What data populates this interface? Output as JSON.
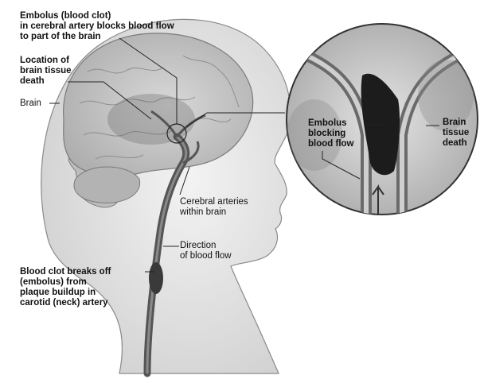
{
  "labels": {
    "embolus_top": [
      "Embolus (blood clot)",
      "in cerebral artery blocks blood flow",
      "to part of the brain"
    ],
    "location": [
      "Location of",
      "brain tissue",
      "death"
    ],
    "brain": [
      "Brain"
    ],
    "cerebral_arteries": [
      "Cerebral arteries",
      "within brain"
    ],
    "direction": [
      "Direction",
      "of blood flow"
    ],
    "clot_breaks": [
      "Blood clot breaks off",
      "(embolus) from",
      "plaque buildup in",
      "carotid (neck) artery"
    ],
    "embolus_blocking": [
      "Embolus",
      "blocking",
      "blood flow"
    ],
    "tissue_death": [
      "Brain",
      "tissue",
      "death"
    ]
  },
  "colors": {
    "skin": "#e9e9e9",
    "brain": "#c9c9c9",
    "artery": "#5a5a5a",
    "clot": "#1c1c1c",
    "leader": "#222222"
  }
}
